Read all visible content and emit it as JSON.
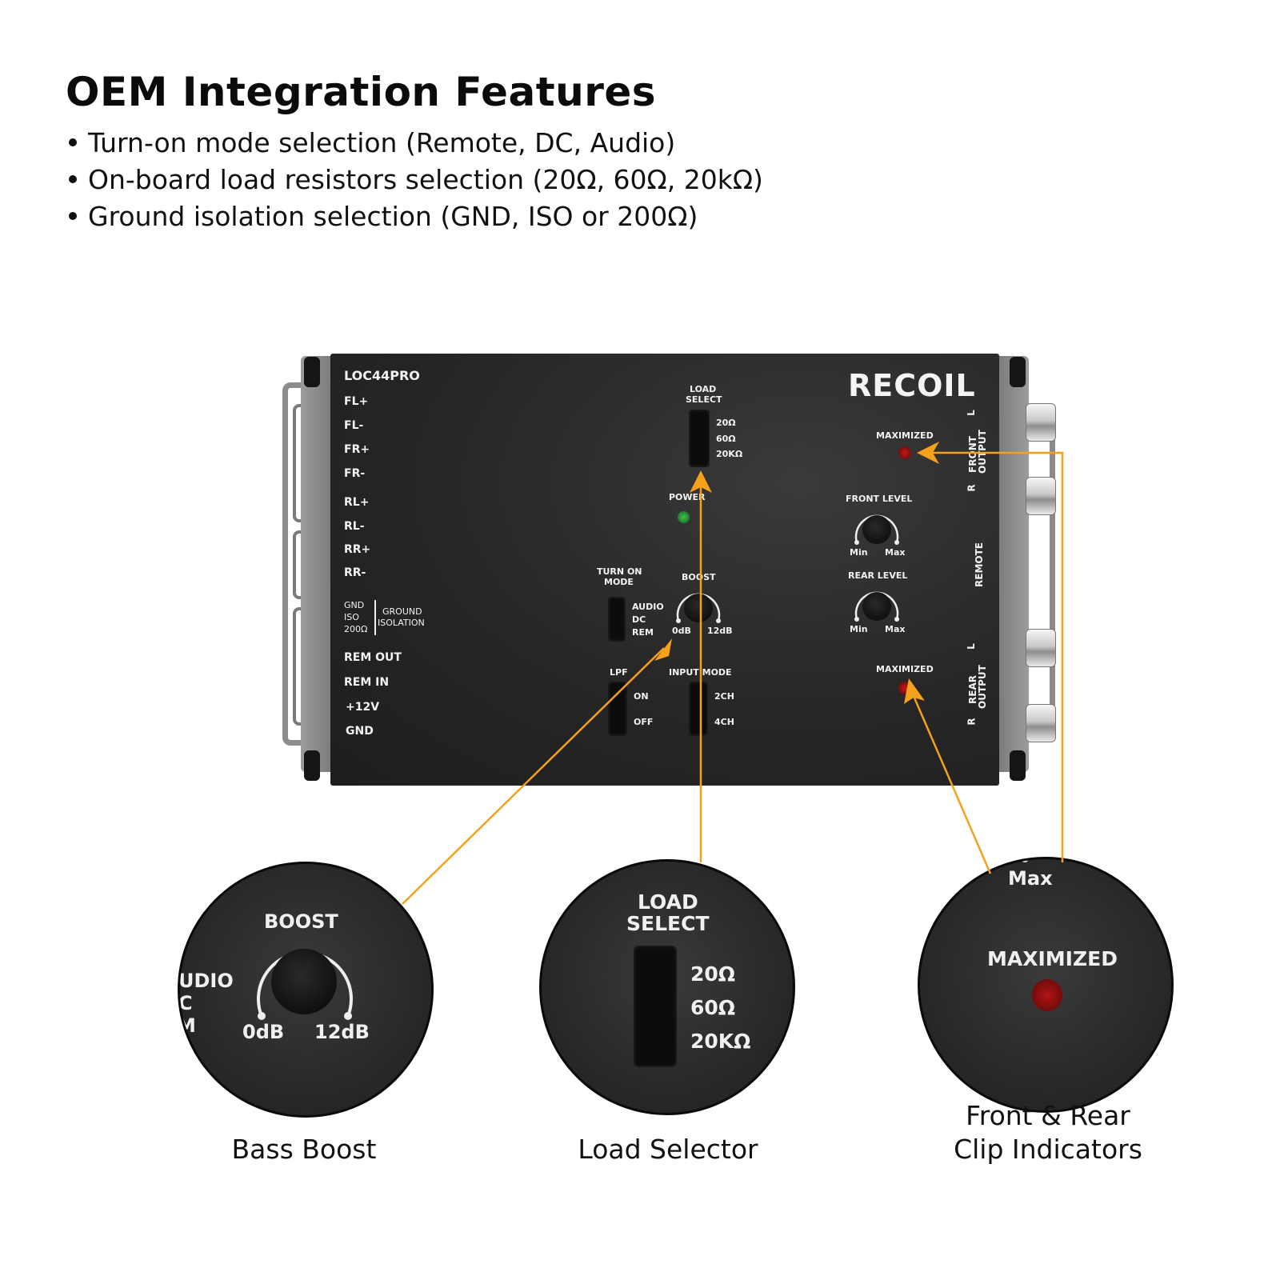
{
  "header": {
    "title": "OEM Integration Features",
    "bullets": [
      "Turn-on mode selection  (Remote, DC, Audio)",
      "On-board load resistors selection (20Ω, 60Ω, 20kΩ)",
      "Ground isolation selection (GND, ISO or 200Ω)"
    ]
  },
  "device": {
    "model": "LOC44PRO",
    "brand": "RECOIL",
    "terminals": [
      "FL+",
      "FL-",
      "FR+",
      "FR-",
      "RL+",
      "RL-",
      "RR+",
      "RR-"
    ],
    "ground_isolation": {
      "options": [
        "GND",
        "ISO",
        "200Ω"
      ],
      "label_line1": "GROUND",
      "label_line2": "ISOLATION"
    },
    "power_terminals": [
      "REM OUT",
      "REM IN",
      "+12V",
      "GND"
    ],
    "load_select": {
      "label_line1": "LOAD",
      "label_line2": "SELECT",
      "options": [
        "20Ω",
        "60Ω",
        "20KΩ"
      ]
    },
    "power_label": "POWER",
    "turn_on_mode": {
      "label_line1": "TURN ON",
      "label_line2": "MODE",
      "options": [
        "AUDIO",
        "DC",
        "REM"
      ]
    },
    "boost": {
      "label": "BOOST",
      "min": "0dB",
      "max": "12dB"
    },
    "lpf": {
      "label": "LPF",
      "options": [
        "ON",
        "OFF"
      ]
    },
    "input_mode": {
      "label": "INPUT MODE",
      "options": [
        "2CH",
        "4CH"
      ]
    },
    "front_level": {
      "label": "FRONT LEVEL",
      "min": "Min",
      "max": "Max"
    },
    "rear_level": {
      "label": "REAR LEVEL",
      "min": "Min",
      "max": "Max"
    },
    "clip_front": "MAXIMIZED",
    "clip_rear": "MAXIMIZED",
    "side_labels": {
      "front_output_line1": "FRONT",
      "front_output_line2": "OUTPUT",
      "rear_output_line1": "REAR",
      "rear_output_line2": "OUTPUT",
      "remote": "REMOTE",
      "left": "L",
      "right": "R"
    }
  },
  "callouts": [
    {
      "caption": "Bass Boost",
      "title": "BOOST",
      "min": "0dB",
      "max": "12dB",
      "partial_lines": [
        "UDIO",
        "C",
        "M"
      ]
    },
    {
      "caption": "Load Selector",
      "title_line1": "LOAD",
      "title_line2": "SELECT",
      "options": [
        "20Ω",
        "60Ω",
        "20KΩ"
      ]
    },
    {
      "caption_line1": "Front & Rear",
      "caption_line2": "Clip Indicators",
      "top_text": "Max",
      "title": "MAXIMIZED"
    }
  ],
  "colors": {
    "accent": "#f5a11c",
    "led_red": "#8a0c0c",
    "led_green": "#1e8a2e",
    "panel": "#262626"
  }
}
